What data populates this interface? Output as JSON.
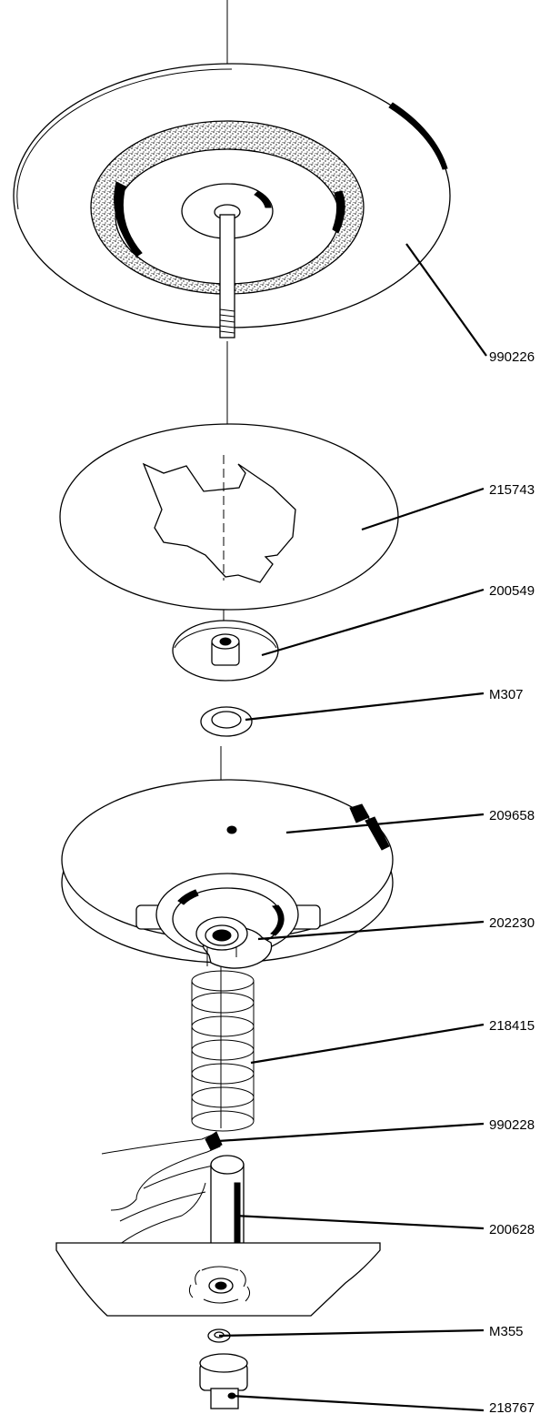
{
  "callouts": [
    {
      "id": "990226",
      "label": "990226"
    },
    {
      "id": "215743",
      "label": "215743"
    },
    {
      "id": "200549",
      "label": "200549"
    },
    {
      "id": "M307",
      "label": "M307"
    },
    {
      "id": "209658",
      "label": "209658"
    },
    {
      "id": "202230",
      "label": "202230"
    },
    {
      "id": "218415",
      "label": "218415"
    },
    {
      "id": "990228",
      "label": "990228"
    },
    {
      "id": "200628",
      "label": "200628"
    },
    {
      "id": "M355",
      "label": "M355"
    },
    {
      "id": "218767",
      "label": "218767"
    }
  ]
}
